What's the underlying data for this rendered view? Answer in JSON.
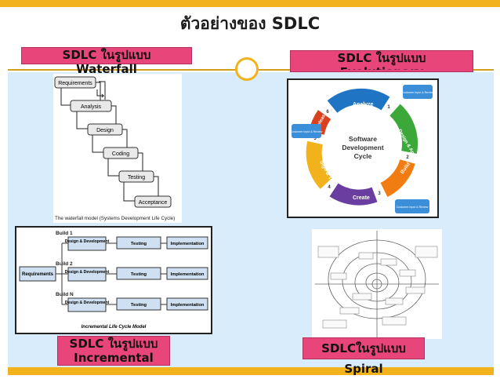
{
  "title": "ตัวอย่างของ SDLC",
  "labels": {
    "waterfall": [
      "SDLC ในรูปแบบ",
      "Waterfall"
    ],
    "evolutionary": [
      "SDLC ในรูปแบบ",
      "Evolutionary"
    ],
    "incremental": [
      "SDLC ในรูปแบบ",
      "Incremental"
    ],
    "spiral": "SDLCในรูปแบบ Spiral"
  },
  "waterfall": {
    "steps": [
      "Requirements",
      "Analysis",
      "Design",
      "Coding",
      "Testing",
      "Acceptance"
    ],
    "caption": "The waterfall model (Systems Development Life Cycle)"
  },
  "evolutionary": {
    "center": [
      "Software",
      "Development",
      "Cycle"
    ],
    "phases": [
      "Analyze",
      "Design & Approve",
      "Build",
      "Create",
      "Sign & Test",
      "Release"
    ],
    "numbers": [
      "1",
      "2",
      "3",
      "4",
      "5",
      "6"
    ],
    "customer_notes": [
      "Customer Input & Review",
      "Customer Input & Review",
      "Customer Input & Review"
    ]
  },
  "incremental": {
    "requirements": "Requirements",
    "builds": [
      "Build 1",
      "Build 2",
      "Build N"
    ],
    "design": "Design & Development",
    "testing": "Testing",
    "implementation": "Implementation",
    "caption": "Incremental Life Cycle Model"
  },
  "colors": {
    "accent": "#f2b21b",
    "label_bg": "#e8457a",
    "slide_bg": "#d8ecfb",
    "waterfall_box": "#e9e9e9",
    "incremental_box": "#cfe0f2"
  }
}
